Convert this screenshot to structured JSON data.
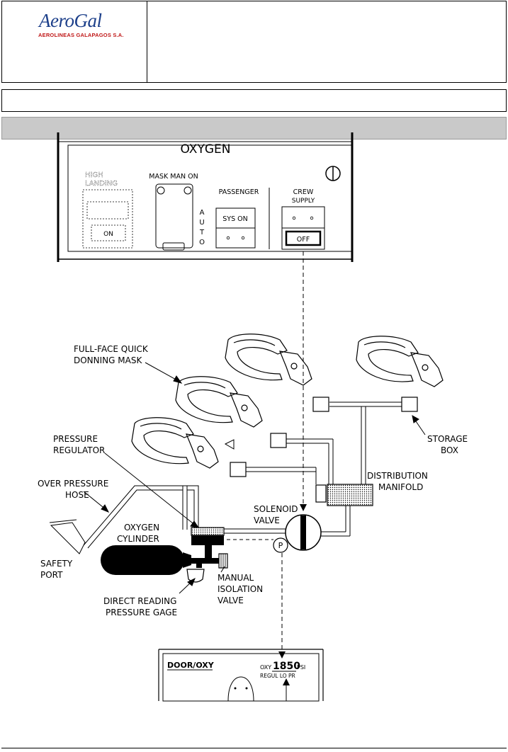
{
  "header": {
    "brand_name": "AeroGal",
    "brand_subtitle": "AEROLINEAS GALAPAGOS S.A."
  },
  "panel": {
    "title": "OXYGEN",
    "high_alt_landing_top": "HIGH",
    "high_alt_landing_bottom": "LANDING",
    "high_alt_landing_on": "ON",
    "mask_man_on": "MASK MAN ON",
    "auto_letters": [
      "A",
      "U",
      "T",
      "O"
    ],
    "passenger": "PASSENGER",
    "sys_on": "SYS ON",
    "crew": "CREW",
    "supply": "SUPPLY",
    "off": "OFF"
  },
  "labels": {
    "mask_line1": "FULL-FACE QUICK",
    "mask_line2": "DONNING MASK",
    "regulator_line1": "PRESSURE",
    "regulator_line2": "REGULATOR",
    "over_pressure_line1": "OVER PRESSURE",
    "over_pressure_line2": "HOSE",
    "storage_line1": "STORAGE",
    "storage_line2": "BOX",
    "manifold_line1": "DISTRIBUTION",
    "manifold_line2": "MANIFOLD",
    "solenoid_line1": "SOLENOID",
    "solenoid_line2": "VALVE",
    "cylinder_line1": "OXYGEN",
    "cylinder_line2": "CYLINDER",
    "safety_line1": "SAFETY",
    "safety_line2": "PORT",
    "manual_line1": "MANUAL",
    "manual_line2": "ISOLATION",
    "manual_line3": "VALVE",
    "gage_line1": "DIRECT READING",
    "gage_line2": "PRESSURE GAGE",
    "pressure_symbol": "P"
  },
  "ecam": {
    "page_title": "DOOR/OXY",
    "oxy_label": "OXY",
    "oxy_value": "1850",
    "oxy_unit": "PSI",
    "regul_warning": "REGUL LO PR"
  }
}
